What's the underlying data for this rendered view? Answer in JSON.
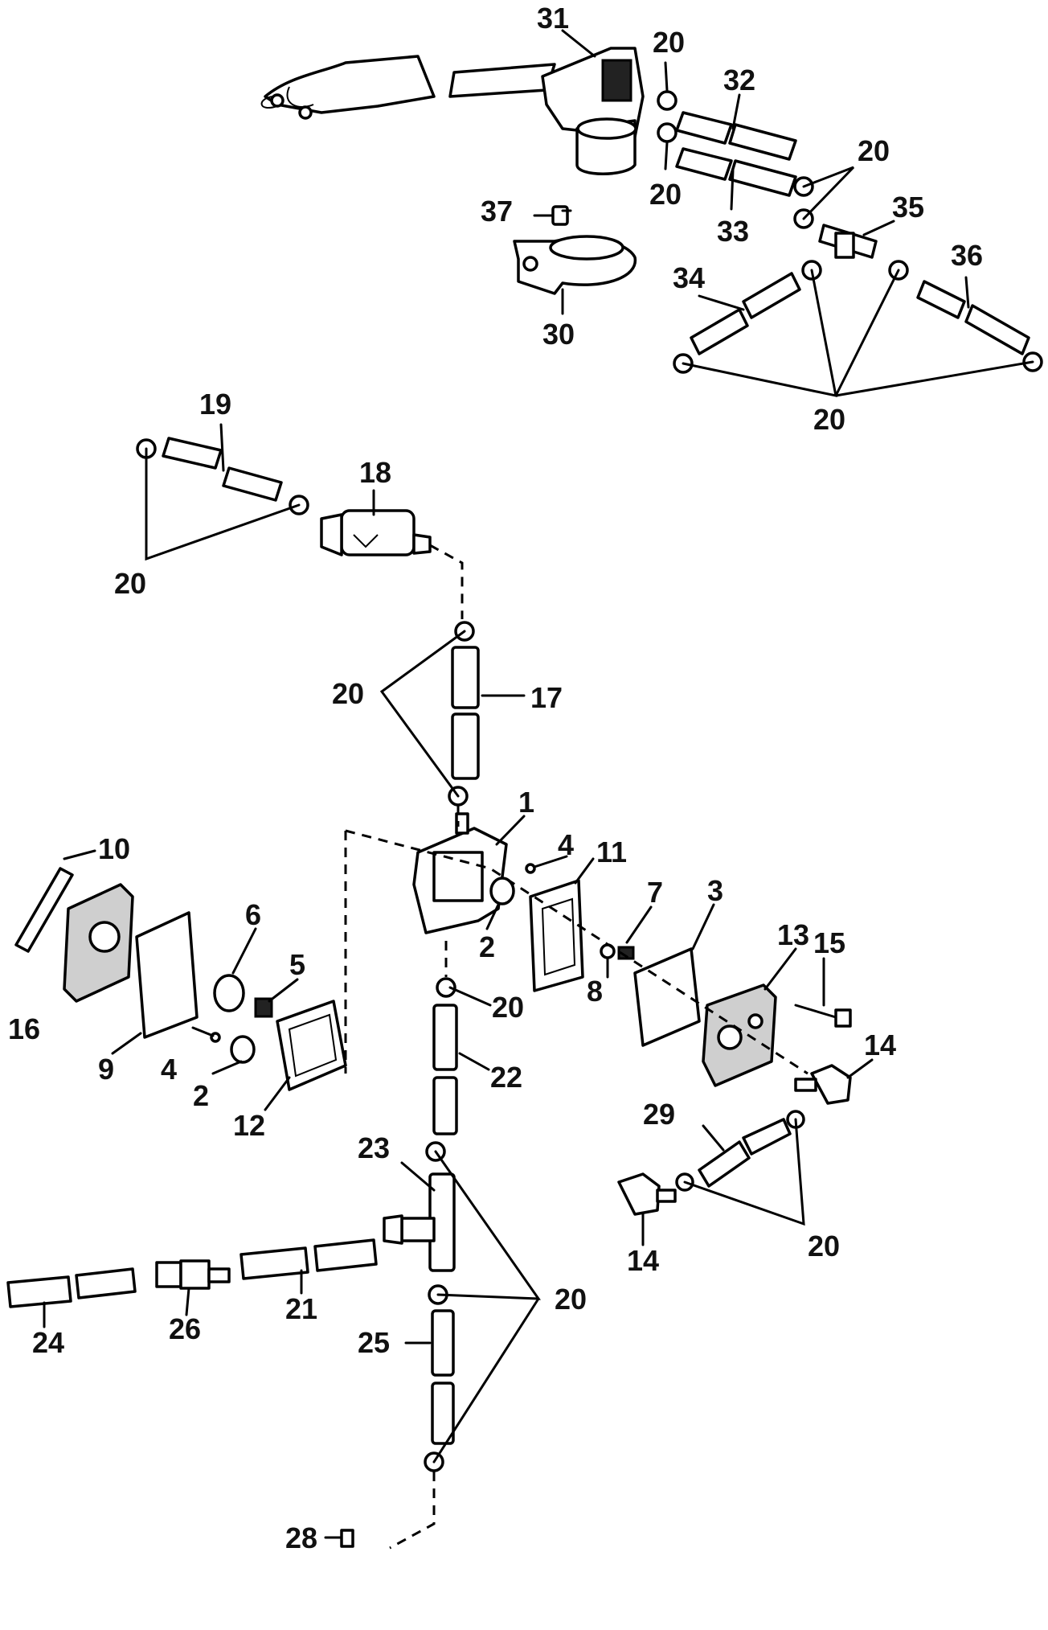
{
  "diagram": {
    "part_labels": {
      "p1": "1",
      "p2a": "2",
      "p2b": "2",
      "p3": "3",
      "p4a": "4",
      "p4b": "4",
      "p5": "5",
      "p6": "6",
      "p7": "7",
      "p8": "8",
      "p9": "9",
      "p10": "10",
      "p11": "11",
      "p12": "12",
      "p13": "13",
      "p14a": "14",
      "p14b": "14",
      "p15": "15",
      "p16": "16",
      "p17": "17",
      "p18": "18",
      "p19": "19",
      "p20a": "20",
      "p20b": "20",
      "p20c": "20",
      "p20d": "20",
      "p20e": "20",
      "p20f": "20",
      "p20g": "20",
      "p20h": "20",
      "p20i": "20",
      "p21": "21",
      "p22": "22",
      "p23": "23",
      "p24": "24",
      "p25": "25",
      "p26": "26",
      "p28": "28",
      "p29": "29",
      "p30": "30",
      "p31": "31",
      "p32": "32",
      "p33": "33",
      "p34": "34",
      "p35": "35",
      "p36": "36",
      "p37": "37"
    }
  }
}
